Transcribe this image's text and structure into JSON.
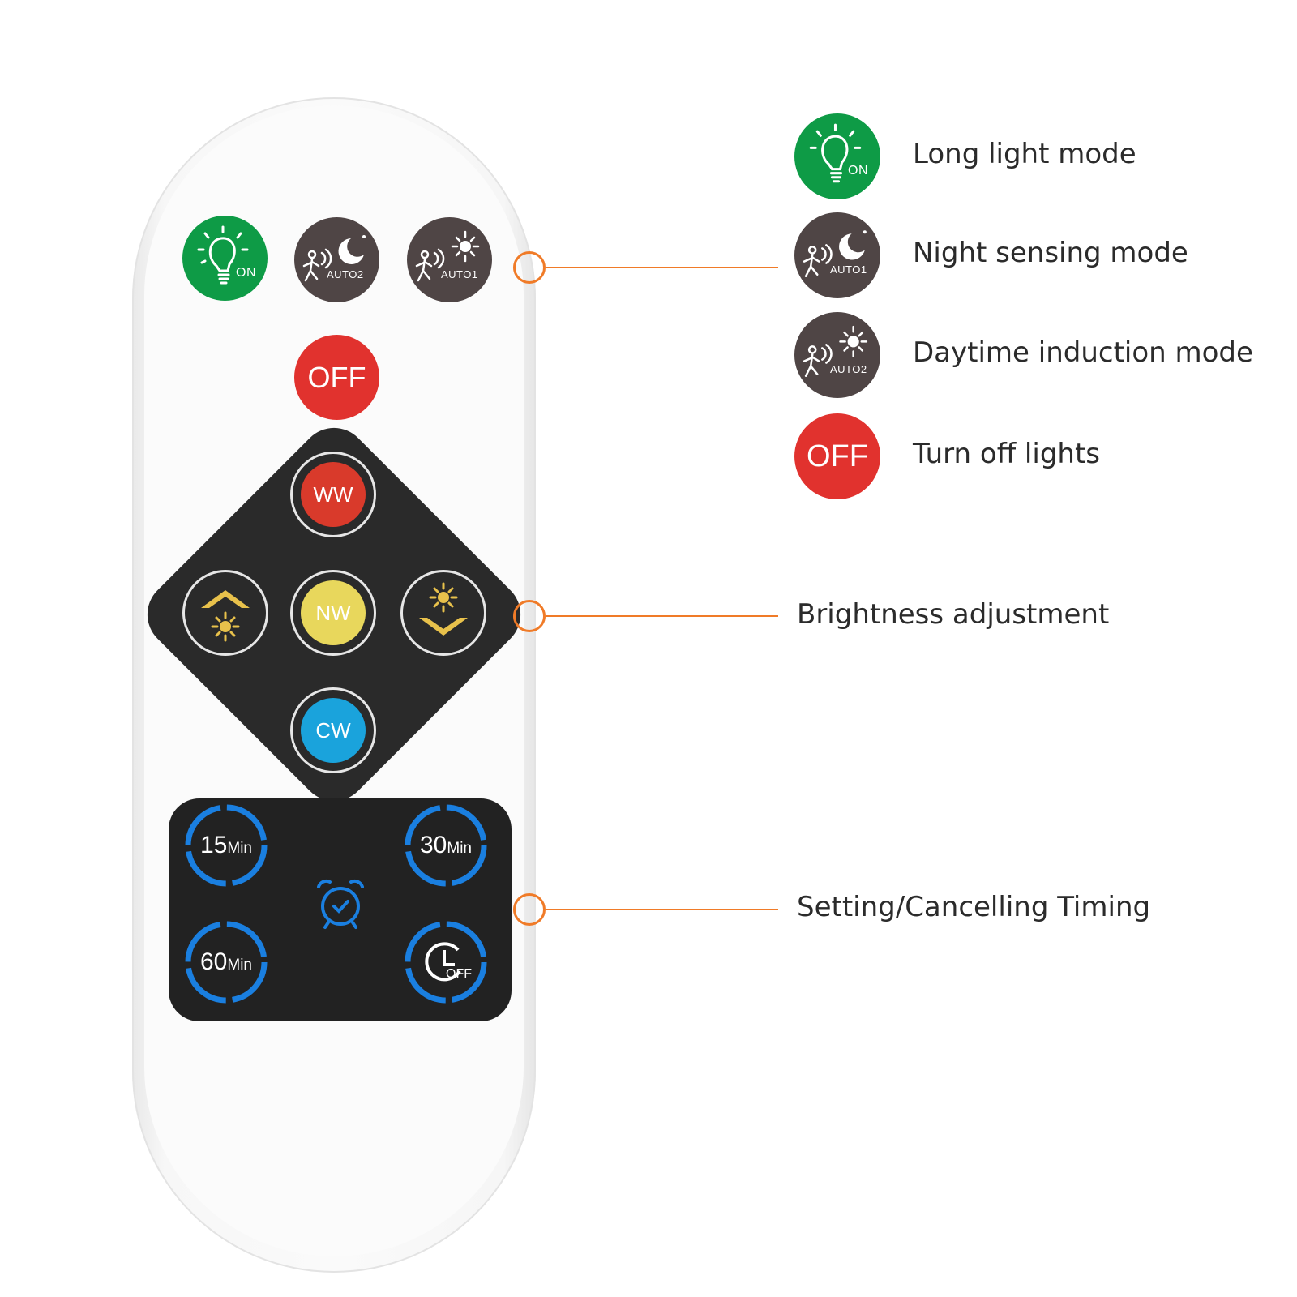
{
  "remote": {
    "on_label": "ON",
    "auto2_label": "AUTO2",
    "auto1_label": "AUTO1",
    "off_label": "OFF",
    "ww_label": "WW",
    "nw_label": "NW",
    "cw_label": "CW",
    "t15_num": "15",
    "t30_num": "30",
    "t60_num": "60",
    "min_label": "Min",
    "timer_off_label": "OFF"
  },
  "legend": [
    {
      "label": "Long light mode",
      "badge": "ON",
      "color": "#0e9b46",
      "icon": "bulb-icon"
    },
    {
      "label": "Night sensing mode",
      "badge": "AUTO1",
      "color": "#4f4545",
      "icon": "motion-moon-icon"
    },
    {
      "label": "Daytime induction mode",
      "badge": "AUTO2",
      "color": "#4f4545",
      "icon": "motion-sun-icon"
    },
    {
      "label": "Turn off lights",
      "badge": "OFF",
      "color": "#e1322e",
      "icon": "off-icon"
    }
  ],
  "callouts": {
    "brightness": "Brightness adjustment",
    "timing": "Setting/Cancelling Timing"
  },
  "colors": {
    "accent_orange": "#f07b28",
    "ww_red": "#d93a2b",
    "nw_yellow": "#e8d75c",
    "cw_blue": "#1aa3dc",
    "timer_blue": "#1a7fe0"
  }
}
